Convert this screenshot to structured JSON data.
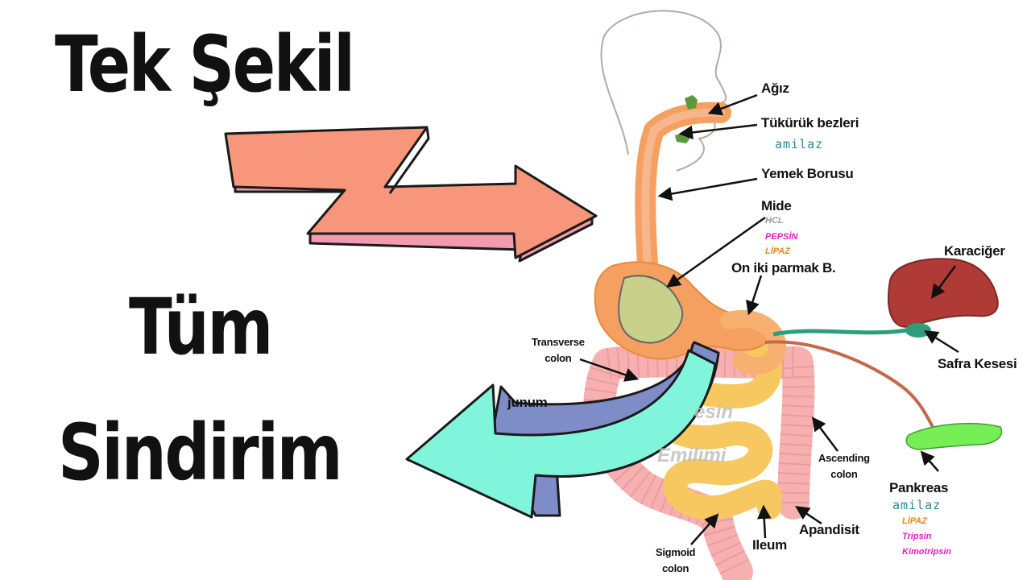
{
  "title": {
    "line1": "Tek Şekil",
    "line2": "Tüm",
    "line3": "Sindirim"
  },
  "labels": {
    "agiz": "Ağız",
    "tukuruk": "Tükürük bezleri",
    "yemek_borusu": "Yemek Borusu",
    "mide": "Mide",
    "on_iki": "On iki parmak B.",
    "karaciger": "Karaciğer",
    "safra": "Safra Kesesi",
    "pankreas": "Pankreas",
    "apandisit": "Apandisit",
    "ileum": "Ileum",
    "transverse_1": "Transverse",
    "transverse_2": "colon",
    "ascending_1": "Ascending",
    "ascending_2": "colon",
    "sigmoid_1": "Sigmoid",
    "sigmoid_2": "colon",
    "jejunum": "junum",
    "faded_1": "esin",
    "faded_2": "Emilimi"
  },
  "enzymes": {
    "tukuruk_amilaz": "amilaz",
    "mide": [
      "HCL",
      "PEPSİN",
      "LİPAZ"
    ],
    "pankreas_amilaz": "amilaz",
    "pankreas": [
      "LİPAZ",
      "Tripsin",
      "Kimotripsin"
    ]
  },
  "colors": {
    "arrow_orange": "#f7967a",
    "arrow_orange_side": "#f29bb0",
    "arrow_cyan": "#80f5dc",
    "arrow_cyan_side": "#7e8cc8",
    "organ_orange": "#f5a060",
    "intestine_pink": "#f7b0b0",
    "small_intestine": "#f7c860",
    "liver": "#b03a35",
    "gallbladder": "#2e9e7a",
    "pancreas": "#77ee55",
    "hcl": "#999999",
    "pepsin": "#e020c0",
    "lipaz": "#e08a20",
    "amilaz": "#2a8a9a"
  }
}
